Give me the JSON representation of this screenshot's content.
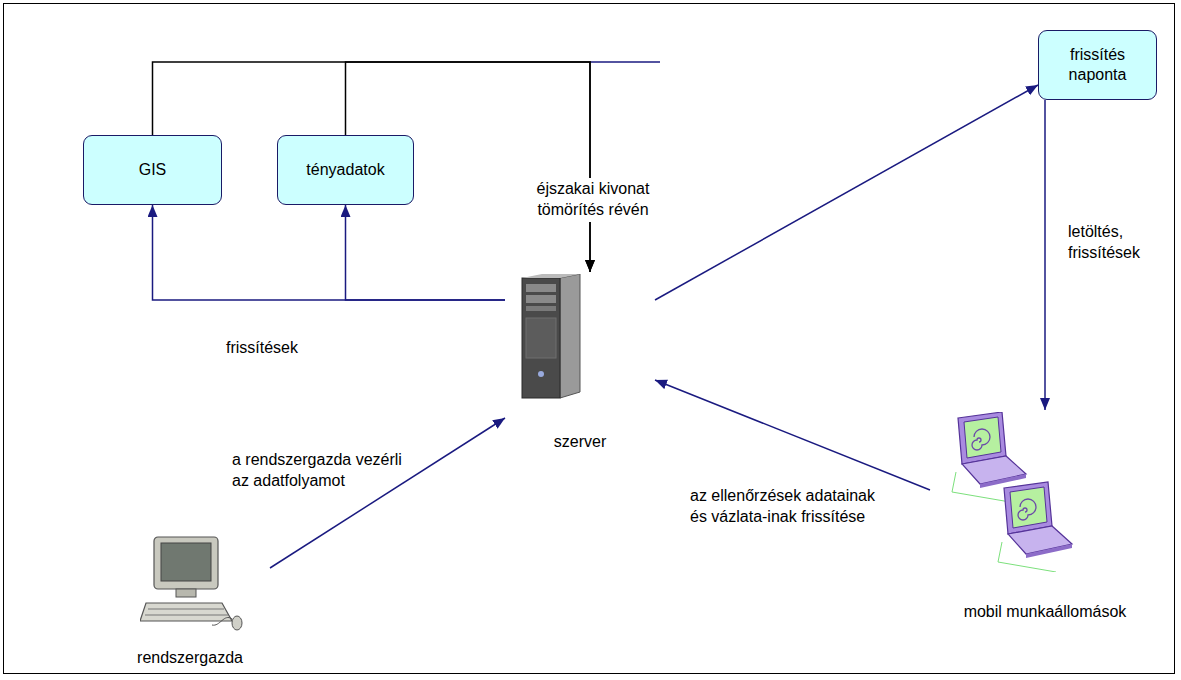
{
  "diagram": {
    "nodes": [
      {
        "text": [
          "GIS"
        ]
      },
      {
        "text": [
          "tényadatok"
        ]
      },
      {
        "text": [
          "frissítés naponta"
        ]
      },
      {
        "text": [
          "szerver"
        ]
      },
      {
        "text": [
          "rendszergazda"
        ]
      },
      {
        "text": [
          "mobil munkaállomások"
        ]
      }
    ],
    "edges": [
      {
        "from": 0,
        "to": 3,
        "arrow": "to",
        "label": "éjszakai kivonat tömörítés révén"
      },
      {
        "from": 1,
        "to": 3,
        "arrow": "to"
      },
      {
        "from": 3,
        "to": 0,
        "arrow": "to",
        "label": "frissítések"
      },
      {
        "from": 3,
        "to": 1,
        "arrow": "to"
      },
      {
        "from": 3,
        "to": 2,
        "arrow": "to"
      },
      {
        "from": 2,
        "to": 5,
        "arrow": "to",
        "label": "letöltés, frissítések"
      },
      {
        "from": 5,
        "to": 3,
        "arrow": "to",
        "label": "az ellenőrzések adatainak és vázlata-inak frissítése"
      },
      {
        "from": 4,
        "to": 3,
        "arrow": "to",
        "label": "a rendszergazda vezérli az adatfolyamot"
      }
    ]
  }
}
